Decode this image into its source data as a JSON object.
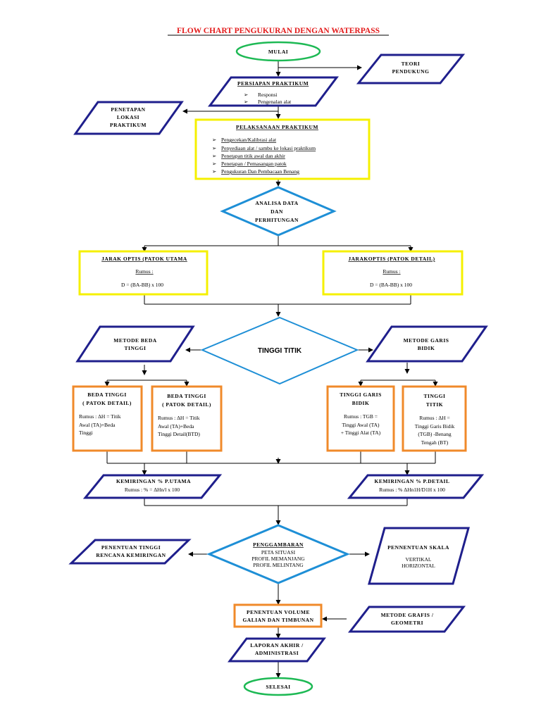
{
  "title": "FLOW CHART PENGUKURAN DENGAN WATERPASS",
  "colors": {
    "title": "#e31b1b",
    "para_border": "#1f1f8c",
    "para_fill": "#ffffff",
    "yellow_border": "#f5f000",
    "orange_border": "#f08a2a",
    "green_border": "#1db954",
    "diamond_border": "#1e8fd6",
    "arrow": "#000000"
  },
  "start": "MULAI",
  "teori": [
    "TEORI",
    "PENDUKUNG"
  ],
  "persiapan": {
    "title": "PERSIAPAN PRAKTIKUM",
    "items": [
      "Responsi",
      "Pengenalan alat"
    ]
  },
  "penetapan_lokasi": [
    "PENETAPAN",
    "LOKASI",
    "PRAKTIKUM"
  ],
  "pelaksanaan": {
    "title": "PELAKSANAAN PRAKTIKUM",
    "items": [
      "Pengecekan/Kalibrasi alat",
      "Penyediaan alat / sambu ke lokasi praktikum",
      "Penetapan titik awal dan akhir",
      "Penetapan / Pemasangan patok",
      "Pengukuran Dan  Pembacaan Benang"
    ]
  },
  "analisa": [
    "ANALISA DATA",
    "DAN",
    "PERHITUNGAN"
  ],
  "jarak_utama": {
    "title": "JARAK OPTIS (PATOK UTAMA",
    "rumus_label": "Rumus :",
    "formula": "D = (BA-BB) x 100"
  },
  "jarak_detail": {
    "title": "JARAKOPTIS (PATOK DETAIL)",
    "rumus_label": "Rumus :",
    "formula": "D = (BA-BB) x 100"
  },
  "tinggi_titik": "TINGGI TITIK",
  "metode_beda": [
    "METODE BEDA",
    "TINGGI"
  ],
  "metode_garis": [
    "METODE GARIS",
    "BIDIK"
  ],
  "beda_tinggi_1": {
    "title": [
      "BEDA TINGGI",
      "( PATOK DETAIL)"
    ],
    "body": [
      "Rumus : ΔH  = Titik",
      "Awal     (TA)+Beda",
      "Tinggi"
    ]
  },
  "beda_tinggi_2": {
    "title": [
      "BEDA TINGGI",
      "( PATOK DETAIL)"
    ],
    "body": [
      "Rumus : ΔH  = Titik",
      "Awal (TA)+Beda",
      "Tinggi Detail(BTD)"
    ]
  },
  "tinggi_garis": {
    "title": [
      "TINGGI GARIS",
      "BIDIK"
    ],
    "body": [
      "Rumus : TGB =",
      "Tinggi Awal (TA)",
      "+ Tinggi Alat (TA)"
    ]
  },
  "tinggi_titik_box": {
    "title": [
      "TINGGI",
      "TITIK"
    ],
    "body": [
      "Rumus : ΔH  =",
      "Tinggi Garis Bidik",
      "(TGB) -Benang",
      "Tengah (BT)"
    ]
  },
  "kemiringan_utama": [
    "KEMIRINGAN % P.UTAMA",
    "Rumus : % = ΔHn/l x 100"
  ],
  "kemiringan_detail": [
    "KEMIRINGAN % P.DETAIL",
    "Rumus : % ΔHn1H/D1H x 100"
  ],
  "penggambaran": {
    "title": "PENGGAMBARAN",
    "items": [
      "PETA SITUASI",
      "PROFIL MEMANJANG",
      "PROFIL MELINTANG"
    ]
  },
  "penentuan_tinggi": [
    "PENENTUAN TINGGI",
    "RENCANA KEMIRINGAN"
  ],
  "penentuan_skala": {
    "title": "PENNENTUAN SKALA",
    "items": [
      "VERTIKAL",
      "HORIZONTAL"
    ]
  },
  "volume": [
    "PENENTUAN VOLUME",
    "GALIAN DAN TIMBUNAN"
  ],
  "metode_grafis": [
    "METODE GRAFIS /",
    "GEOMETRI"
  ],
  "laporan": [
    "LAPORAN AKHIR /",
    "ADMINISTRASI"
  ],
  "end": "SELESAI"
}
